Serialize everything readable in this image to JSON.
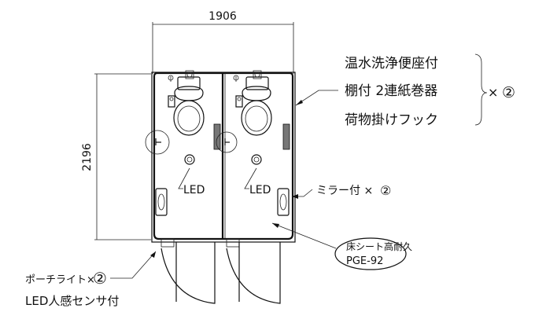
{
  "dimensions": {
    "width": "1906",
    "depth": "2196"
  },
  "notes": {
    "features": [
      "温水洗浄便座付",
      "棚付 2連紙巻器",
      "荷物掛けフック"
    ],
    "features_multiplier": "×",
    "features_count": "②",
    "led_label_left": "LED",
    "led_label_right": "LED",
    "mirror_text": "ミラー付 ×",
    "mirror_count": "②",
    "porch_light_text": "ポーチライト×",
    "porch_light_count": "②",
    "porch_light_sub": "LED人感センサ付",
    "floor_sheet_line1": "床シート高耐久",
    "floor_sheet_line2": "PGE-92"
  }
}
